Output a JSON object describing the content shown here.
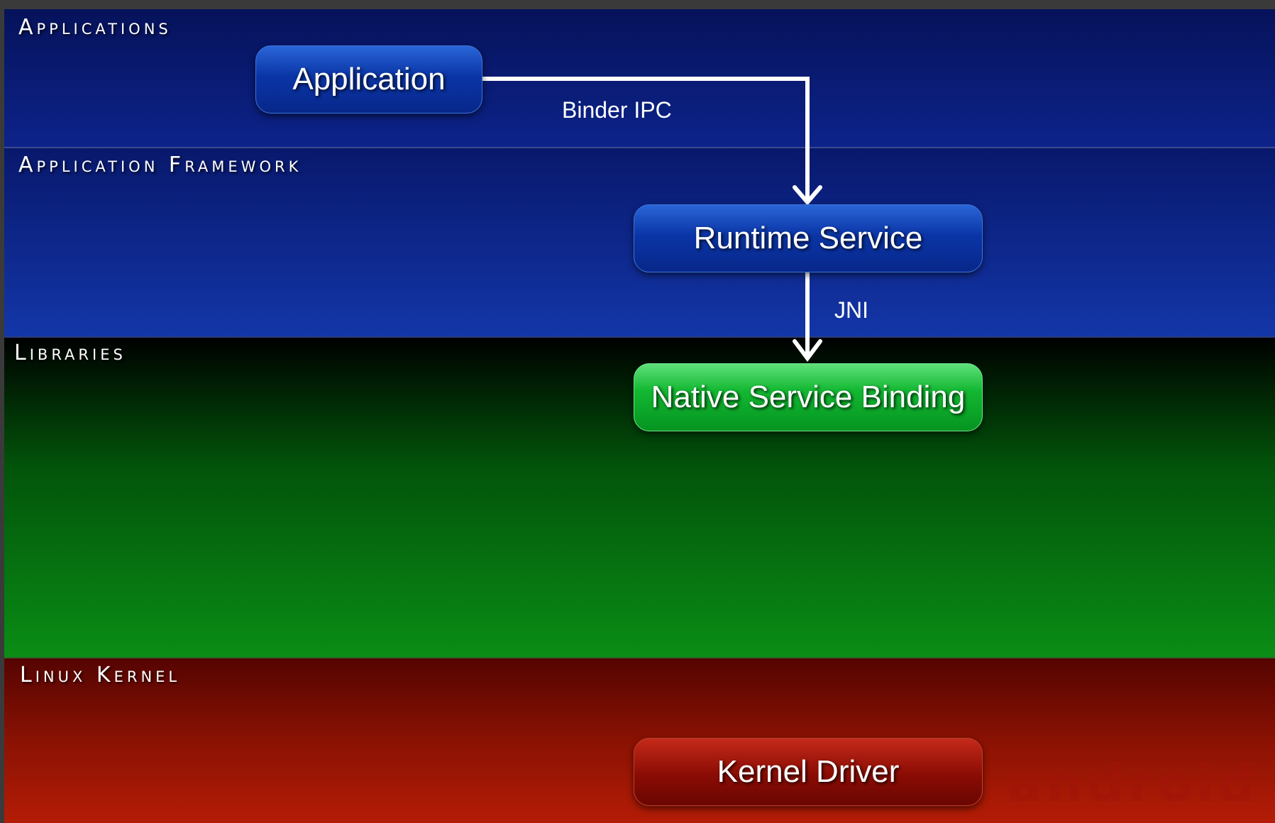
{
  "layers": {
    "applications": "Applications",
    "framework": "Application Framework",
    "libraries": "Libraries",
    "kernel": "Linux Kernel"
  },
  "components": {
    "application": "Application",
    "runtime_service": "Runtime Service",
    "native_service_binding": "Native Service Binding",
    "kernel_driver": "Kernel Driver"
  },
  "connections": {
    "binder_ipc": "Binder IPC",
    "jni": "JNI"
  },
  "watermark": "android",
  "colors": {
    "applications_layer": "#0c238a",
    "framework_layer": "#1336a8",
    "libraries_layer": "#0a8d15",
    "kernel_layer": "#b41c06",
    "arrow": "#ffffff"
  }
}
